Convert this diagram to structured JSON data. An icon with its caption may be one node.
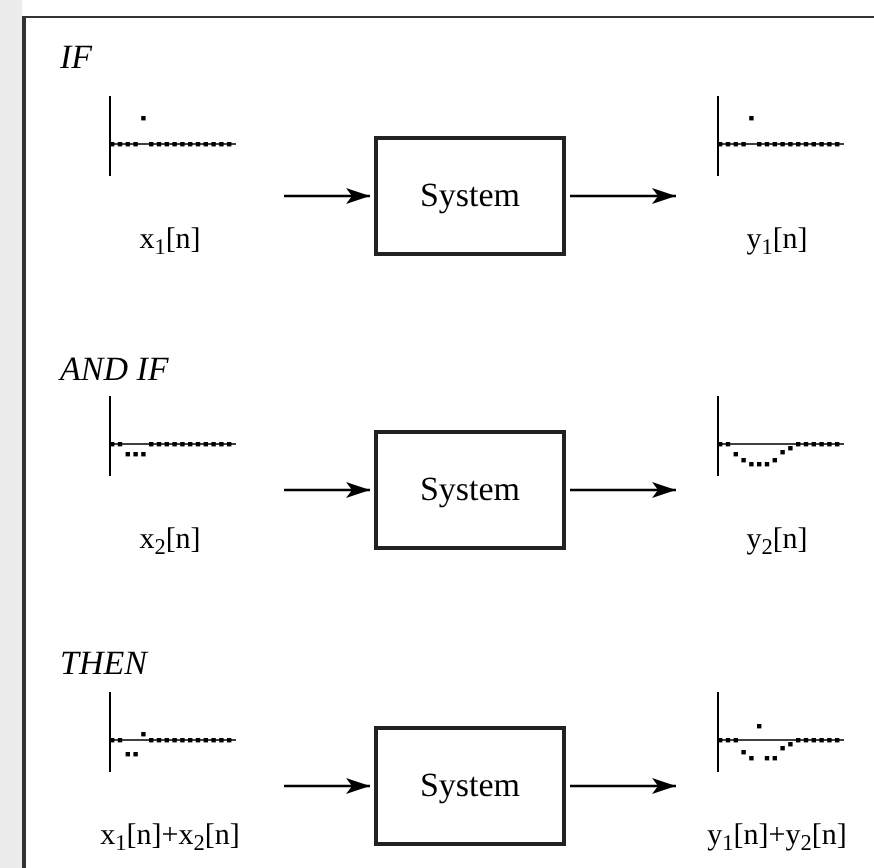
{
  "diagram": {
    "nodes": [
      {
        "text": [
          "x$_{1}$[n]"
        ]
      },
      {
        "text": [
          "System"
        ]
      },
      {
        "text": [
          "y$_{1}$[n]"
        ]
      },
      {
        "text": [
          "x$_{2}$[n]"
        ]
      },
      {
        "text": [
          "System"
        ]
      },
      {
        "text": [
          "y$_{2}$[n]"
        ]
      },
      {
        "text": [
          "x$_{1}$[n]+x$_{2}$[n]"
        ]
      },
      {
        "text": [
          "System"
        ]
      },
      {
        "text": [
          "y$_{1}$[n]+y$_{2}$[n]"
        ]
      }
    ],
    "edges": [
      {
        "from": 0,
        "to": 1,
        "arrow": "to"
      },
      {
        "from": 1,
        "to": 2,
        "arrow": "to"
      },
      {
        "from": 3,
        "to": 4,
        "arrow": "to"
      },
      {
        "from": 4,
        "to": 5,
        "arrow": "to"
      },
      {
        "from": 6,
        "to": 7,
        "arrow": "to"
      },
      {
        "from": 7,
        "to": 8,
        "arrow": "to"
      }
    ],
    "labels": [
      "IF",
      "AND IF",
      "THEN"
    ]
  }
}
